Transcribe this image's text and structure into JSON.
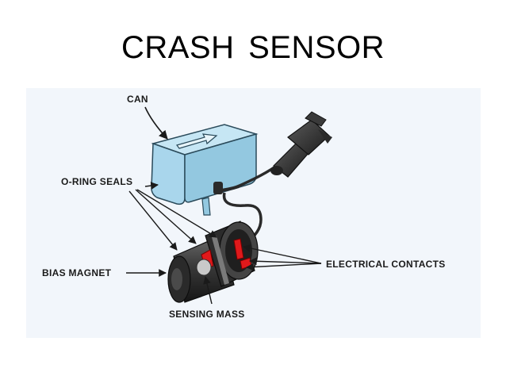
{
  "slide": {
    "title": "CRASH  SENSOR"
  },
  "diagram": {
    "background": "#f2f6fb",
    "can_color": "#a9d6ec",
    "contact_color": "#e0191b",
    "labels": {
      "can": "CAN",
      "o_ring_seals": "O-RING SEALS",
      "bias_magnet": "BIAS MAGNET",
      "electrical_contacts": "ELECTRICAL CONTACTS",
      "sensing_mass": "SENSING MASS"
    }
  }
}
